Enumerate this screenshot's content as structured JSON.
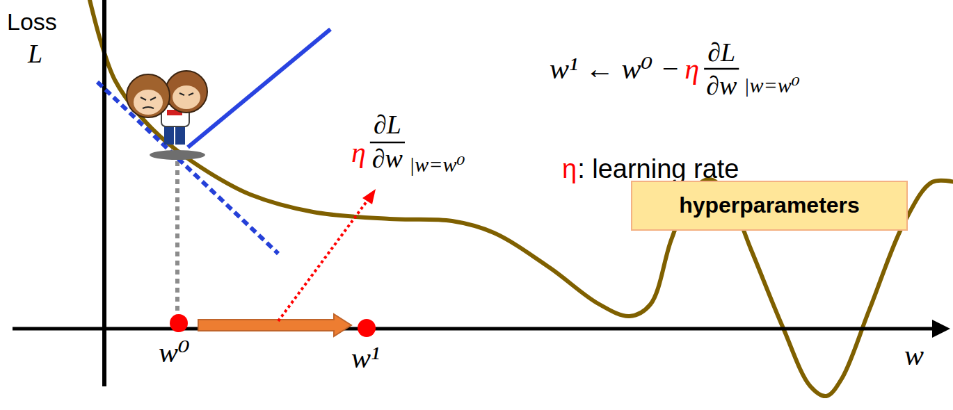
{
  "diagram": {
    "nodes": [
      {
        "text": [
          "hyperparameters"
        ]
      }
    ],
    "labels": [
      "Loss",
      "L",
      "w¹ ← w⁰ −",
      "η",
      "∂L",
      "∂w",
      "|w=w⁰",
      "η",
      "∂L",
      "∂w",
      "|w=w⁰",
      "η",
      ": learning rate",
      "w⁰",
      "w¹",
      "w"
    ]
  }
}
